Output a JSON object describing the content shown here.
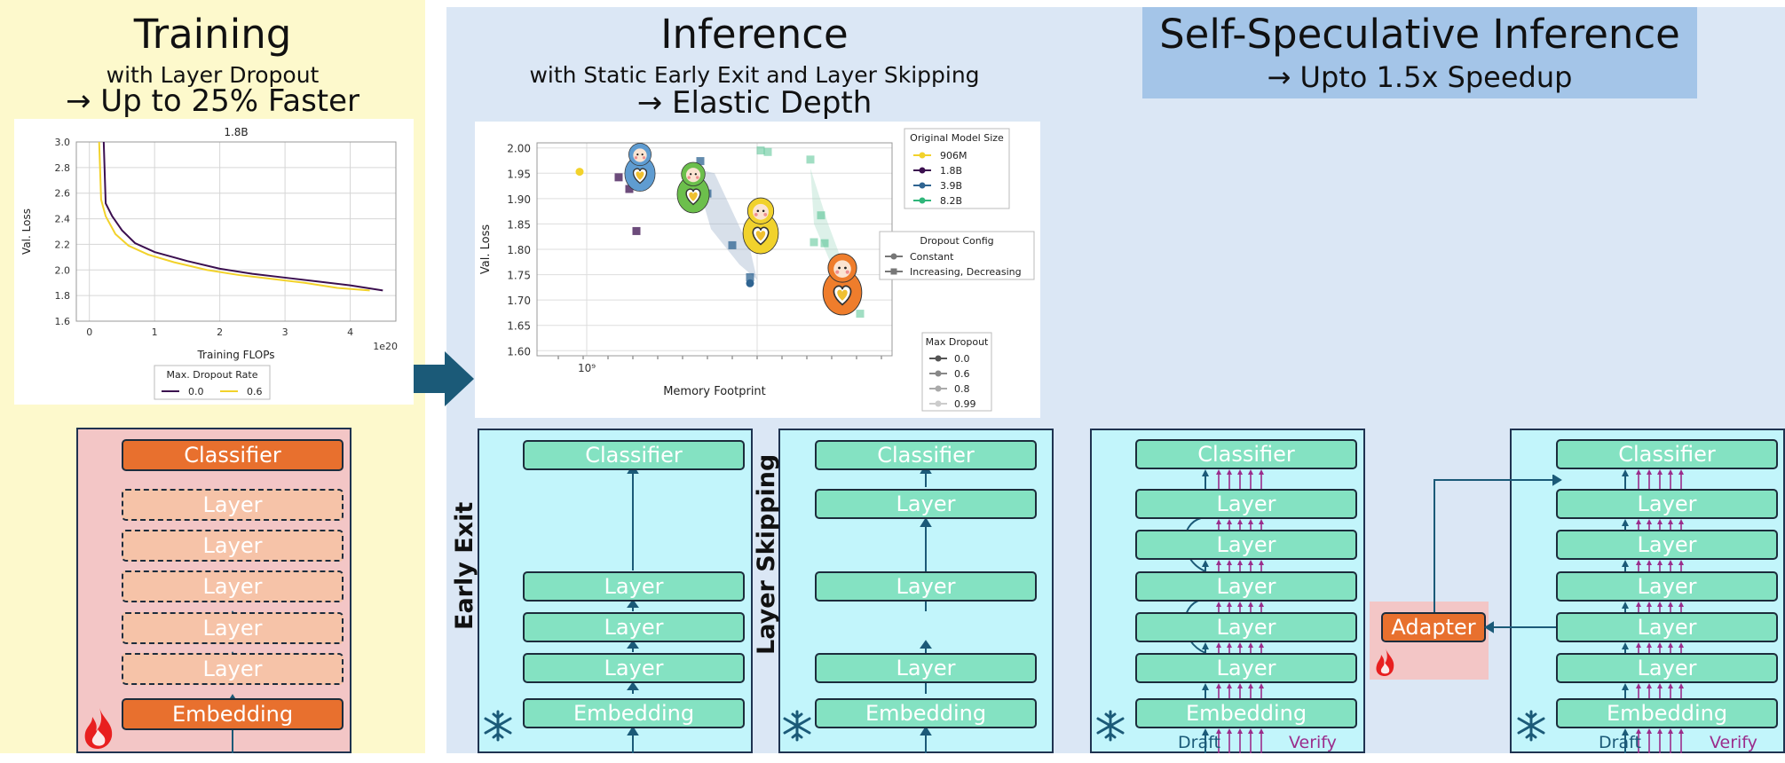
{
  "training": {
    "title": "Training",
    "subtitle": "with Layer Dropout",
    "speed": "→ Up to 25% Faster"
  },
  "inference": {
    "title": "Inference",
    "subtitle": "with Static Early Exit and Layer Skipping",
    "speed": "→ Elastic Depth"
  },
  "sse": {
    "title": "Self-Speculative Inference",
    "speed": "→ Upto 1.5x Speedup"
  },
  "labels": {
    "classifier": "Classifier",
    "layer": "Layer",
    "embedding": "Embedding",
    "adapter": "Adapter",
    "early_exit": "Early Exit",
    "layer_skipping": "Layer Skipping",
    "draft": "Draft",
    "verify": "Verify"
  },
  "colors": {
    "training_bg": "#fdf9cc",
    "inference_bg": "#dbe7f5",
    "sse_header": "#a4c5e8",
    "stack_bg": "#c2f5fb",
    "train_stack_bg": "#f3c6c6",
    "block_teal": "#84e2c2",
    "block_orange": "#e8702e",
    "block_dropout": "#f6c3a8",
    "arrow_teal": "#1b5a78",
    "arrow_verify": "#9b2d8c",
    "big_arrow": "#1b5a78"
  },
  "icons": [
    "flame-icon",
    "snowflake-icon",
    "matryoshka-doll-icon",
    "right-arrow-icon"
  ],
  "chart_data": [
    {
      "type": "line",
      "title": "1.8B",
      "xlabel": "Training FLOPs",
      "ylabel": "Val. Loss",
      "x_scale_note": "1e20",
      "xlim": [
        -0.2,
        4.7
      ],
      "ylim": [
        1.6,
        3.0
      ],
      "xticks": [
        "0",
        "1",
        "2",
        "3",
        "4"
      ],
      "yticks": [
        "1.6",
        "1.8",
        "2.0",
        "2.2",
        "2.4",
        "2.6",
        "2.8",
        "3.0"
      ],
      "grid": true,
      "legend": {
        "title": "Max. Dropout Rate",
        "placement": "bottom-center"
      },
      "series": [
        {
          "name": "0.0",
          "color": "#3b0f4f",
          "x": [
            0.22,
            0.25,
            0.35,
            0.5,
            0.7,
            1.0,
            1.5,
            2.0,
            2.5,
            3.0,
            3.5,
            4.0,
            4.5
          ],
          "y": [
            3.0,
            2.52,
            2.42,
            2.31,
            2.21,
            2.14,
            2.07,
            2.01,
            1.97,
            1.94,
            1.91,
            1.88,
            1.84
          ]
        },
        {
          "name": "0.6",
          "color": "#f2d22b",
          "x": [
            0.15,
            0.18,
            0.25,
            0.4,
            0.6,
            0.9,
            1.3,
            1.8,
            2.3,
            2.8,
            3.3,
            3.8,
            4.3
          ],
          "y": [
            3.0,
            2.55,
            2.42,
            2.28,
            2.19,
            2.12,
            2.06,
            2.0,
            1.96,
            1.93,
            1.9,
            1.86,
            1.84
          ]
        }
      ]
    },
    {
      "type": "scatter",
      "xlabel": "Memory Footprint",
      "ylabel": "Val. Loss",
      "x_scale": "log",
      "xticks": [
        "10⁹"
      ],
      "ylim": [
        1.59,
        2.01
      ],
      "yticks": [
        "1.60",
        "1.65",
        "1.70",
        "1.75",
        "1.80",
        "1.85",
        "1.90",
        "1.95",
        "2.00"
      ],
      "grid": true,
      "legends": [
        {
          "title": "Original Model Size",
          "placement": "top-right",
          "entries": [
            {
              "label": "906M",
              "color": "#f2d22b"
            },
            {
              "label": "1.8B",
              "color": "#3b0f4f"
            },
            {
              "label": "3.9B",
              "color": "#2f6491"
            },
            {
              "label": "8.2B",
              "color": "#2fb67a"
            }
          ]
        },
        {
          "title": "Dropout Config",
          "placement": "right",
          "entries": [
            {
              "label": "Constant",
              "marker": "circle"
            },
            {
              "label": "Increasing, Decreasing",
              "marker": "square"
            }
          ]
        },
        {
          "title": "Max Dropout",
          "placement": "bottom-right",
          "entries": [
            {
              "label": "0.0"
            },
            {
              "label": "0.6"
            },
            {
              "label": "0.8"
            },
            {
              "label": "0.99"
            }
          ]
        }
      ],
      "series": [
        {
          "name": "906M",
          "color": "#f2d22b",
          "points": [
            {
              "x_frac": 0.12,
              "y": 1.953,
              "marker": "circle"
            }
          ]
        },
        {
          "name": "1.8B",
          "color": "#3b0f4f",
          "points": [
            {
              "x_frac": 0.23,
              "y": 1.942,
              "marker": "square"
            },
            {
              "x_frac": 0.26,
              "y": 1.919,
              "marker": "square"
            },
            {
              "x_frac": 0.28,
              "y": 1.836,
              "marker": "square"
            }
          ]
        },
        {
          "name": "3.9B",
          "color": "#2f6491",
          "points": [
            {
              "x_frac": 0.46,
              "y": 1.974,
              "marker": "square"
            },
            {
              "x_frac": 0.48,
              "y": 1.91,
              "marker": "square"
            },
            {
              "x_frac": 0.55,
              "y": 1.808,
              "marker": "square"
            },
            {
              "x_frac": 0.6,
              "y": 1.745,
              "marker": "square"
            },
            {
              "x_frac": 0.6,
              "y": 1.733,
              "marker": "circle"
            }
          ]
        },
        {
          "name": "8.2B",
          "color": "#2fb67a",
          "points": [
            {
              "x_frac": 0.63,
              "y": 1.995,
              "marker": "square"
            },
            {
              "x_frac": 0.65,
              "y": 1.992,
              "marker": "square"
            },
            {
              "x_frac": 0.77,
              "y": 1.977,
              "marker": "square"
            },
            {
              "x_frac": 0.8,
              "y": 1.867,
              "marker": "square"
            },
            {
              "x_frac": 0.81,
              "y": 1.812,
              "marker": "square"
            },
            {
              "x_frac": 0.78,
              "y": 1.814,
              "marker": "square"
            },
            {
              "x_frac": 0.91,
              "y": 1.673,
              "marker": "square"
            }
          ]
        }
      ]
    }
  ]
}
